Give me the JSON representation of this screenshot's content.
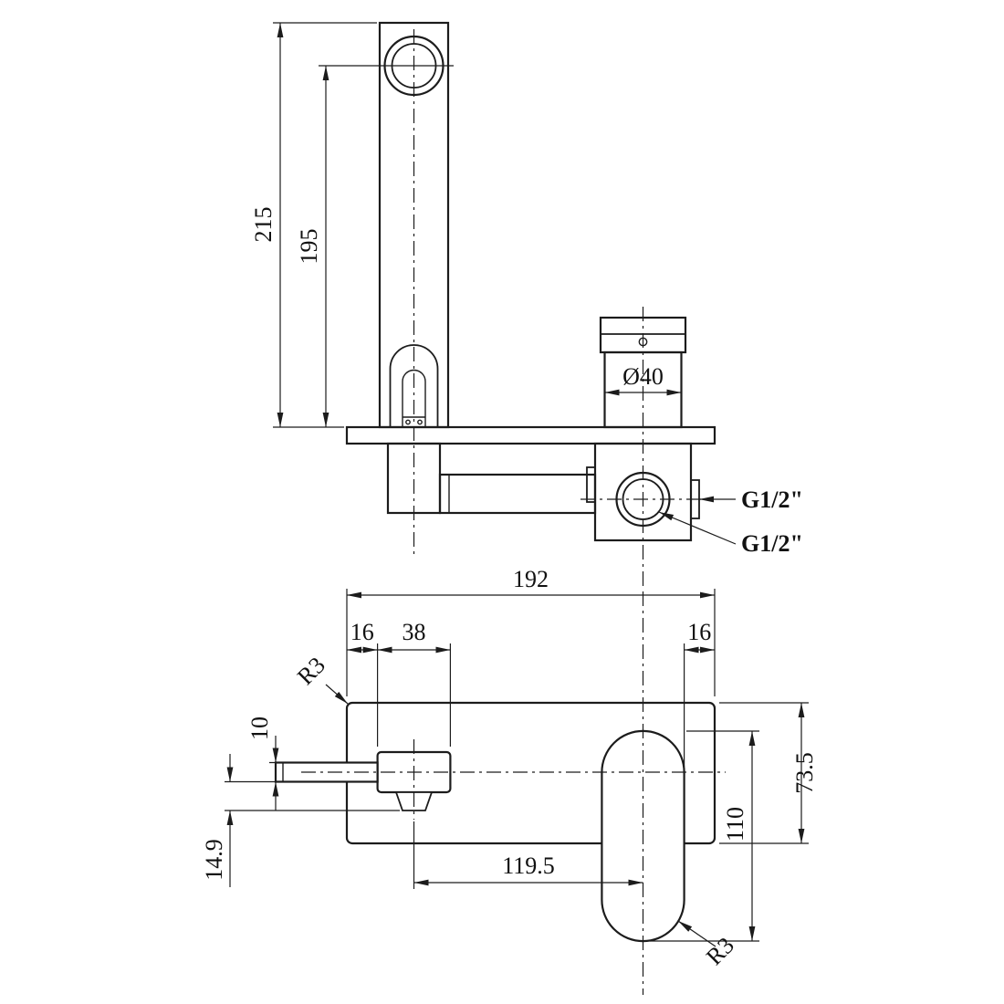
{
  "side_view": {
    "height_total": "215",
    "height_spout": "195",
    "handle_diameter": "Ø40",
    "inlet_side": "G1/2\"",
    "inlet_bottom": "G1/2\""
  },
  "front_view": {
    "plate_width": "192",
    "margin_left": "16",
    "spout_base_width": "38",
    "margin_right": "16",
    "corner_radius_top": "R3",
    "spout_thickness": "10",
    "plate_height": "73.5",
    "aerator_drop": "14.9",
    "slot_height": "110",
    "center_distance": "119.5",
    "corner_radius_bottom": "R3"
  },
  "colors": {
    "line": "#1c1c1c",
    "background": "#ffffff"
  }
}
